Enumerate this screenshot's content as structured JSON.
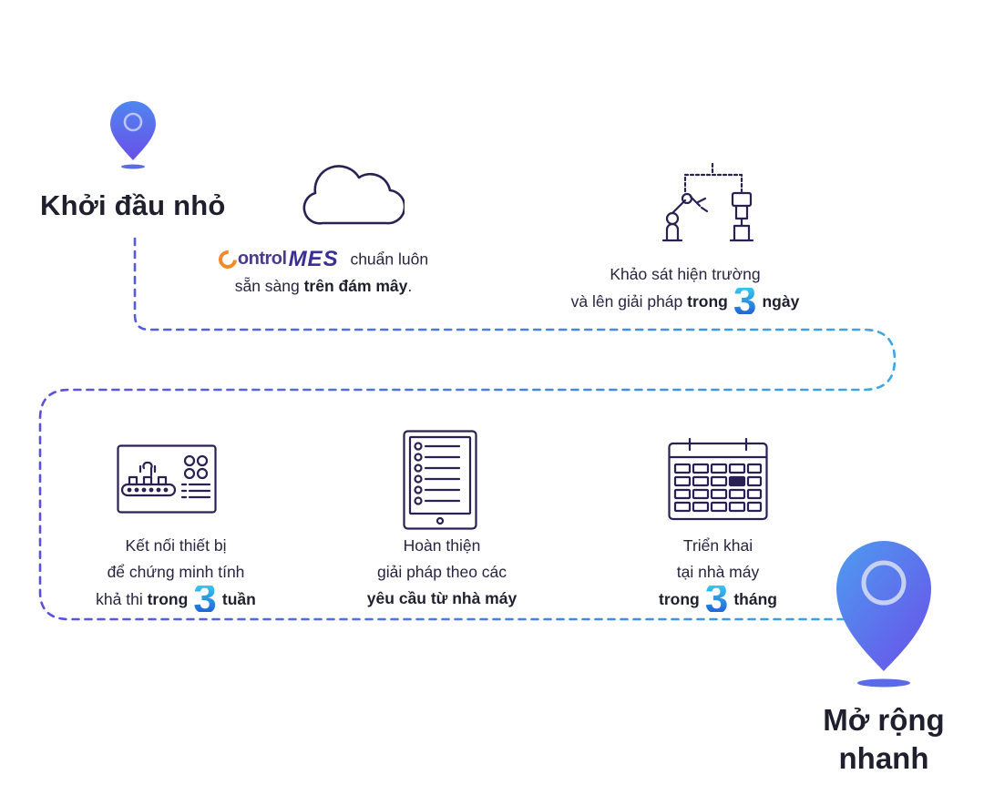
{
  "start": {
    "title": "Khởi đầu nhỏ",
    "icon": "map-pin-icon"
  },
  "end": {
    "title_line1": "Mở rộng",
    "title_line2": "nhanh",
    "icon": "map-pin-icon"
  },
  "steps": [
    {
      "icon": "cloud-icon",
      "logo": {
        "c": "C",
        "ontrol": "ontrol",
        "mes": "MES"
      },
      "line1_text": "chuẩn luôn",
      "line2_text": "sẵn sàng ",
      "line2_bold": "trên đám mây",
      "line2_end": "."
    },
    {
      "icon": "robot-arm-icon",
      "line1": "Khảo sát hiện trường",
      "line2_text": "và lên giải pháp ",
      "line2_bold": "trong",
      "number": "3",
      "line2_end": "ngày"
    },
    {
      "icon": "conveyor-machine-icon",
      "line1": "Kết nối thiết bị",
      "line2": "để chứng minh tính",
      "line3_text": "khả thi ",
      "line3_bold": "trong",
      "number": "3",
      "line3_end": "tuần"
    },
    {
      "icon": "checklist-tablet-icon",
      "line1": "Hoàn thiện",
      "line2": "giải pháp theo các",
      "line3_bold": "yêu cầu từ nhà máy"
    },
    {
      "icon": "calendar-icon",
      "line1": "Triển khai",
      "line2": "tại nhà máy",
      "line3_bold": "trong",
      "number": "3",
      "line3_end": "tháng"
    }
  ],
  "colors": {
    "path_start": "#5b4fe0",
    "path_end": "#3aa8e6",
    "pin_top": "#4a6cf0",
    "pin_bottom": "#6a4fe8",
    "accent_three": "#2b8fe0"
  }
}
